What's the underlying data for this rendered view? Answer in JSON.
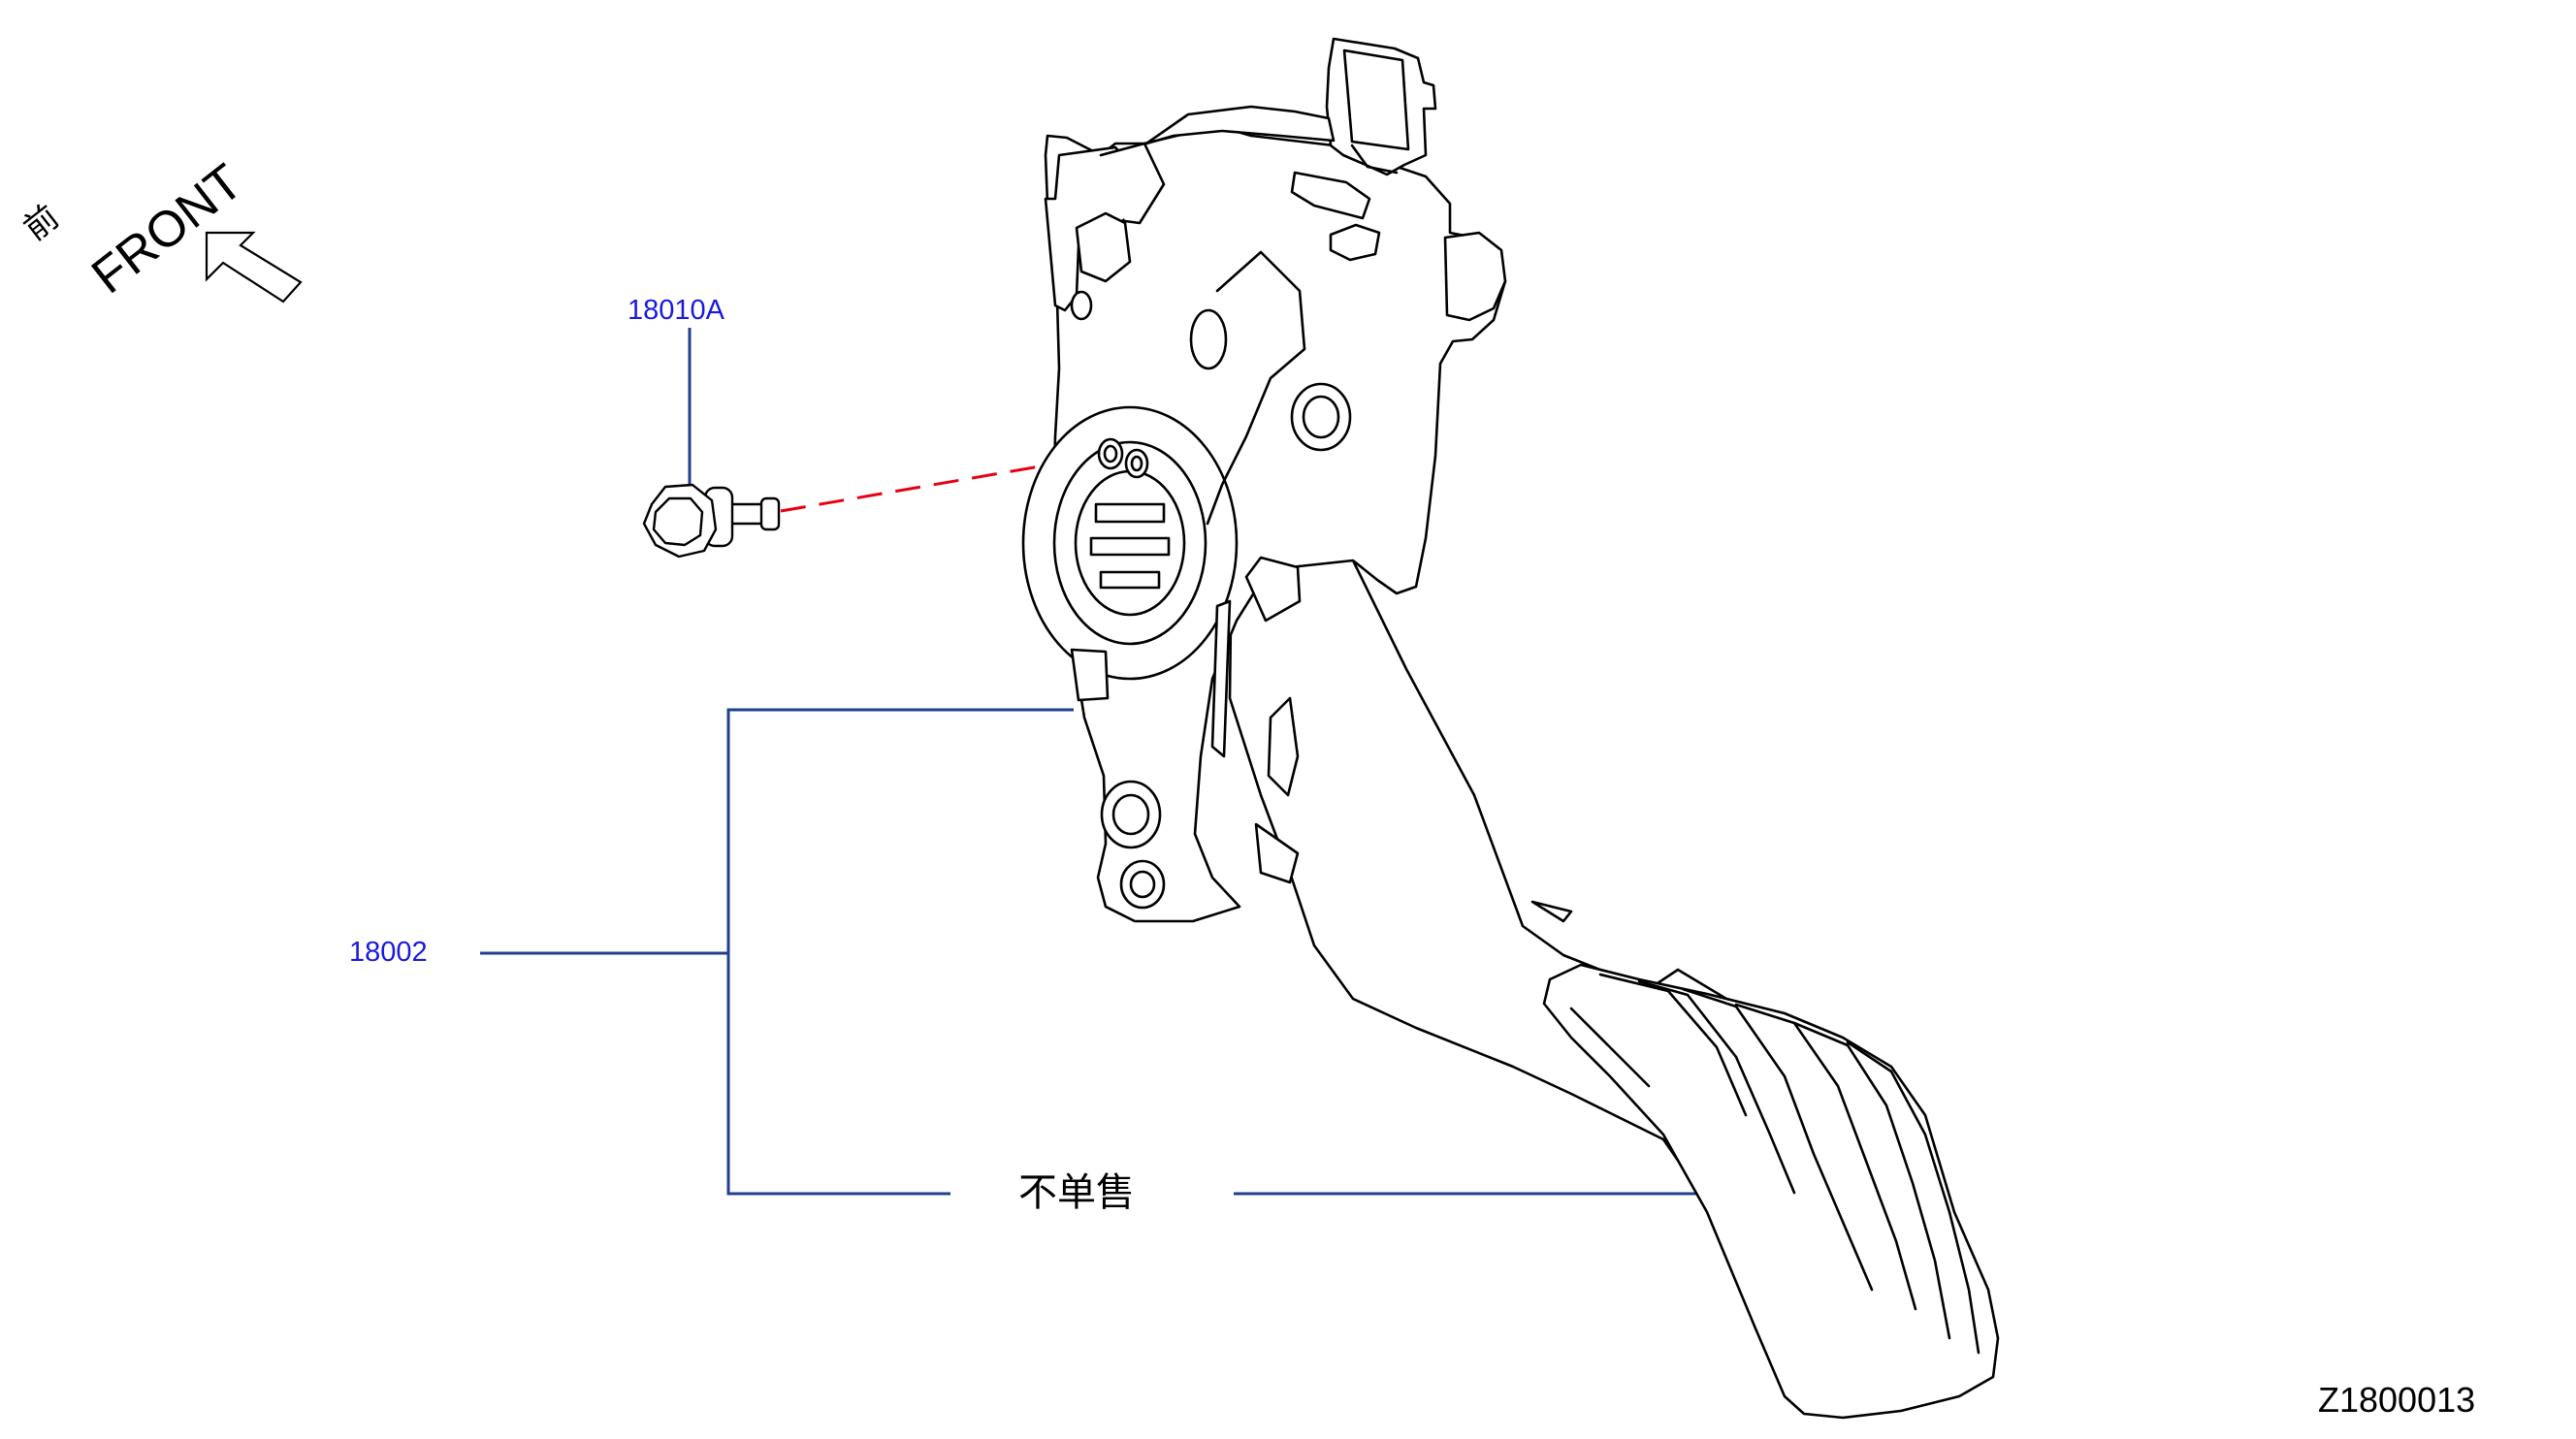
{
  "front_indicator": {
    "cn_label": "前",
    "en_label": "FRONT"
  },
  "parts": [
    {
      "id": "bolt",
      "number": "18010A"
    },
    {
      "id": "pedal-assembly",
      "number": "18002"
    }
  ],
  "note": {
    "not_sold_separately": "不单售"
  },
  "diagram_id": "Z1800013",
  "colors": {
    "leader_line": "#1f3f8f",
    "part_number": "#1a1adb",
    "hidden_line": "#e60012",
    "outline": "#000000",
    "text": "#000000"
  }
}
